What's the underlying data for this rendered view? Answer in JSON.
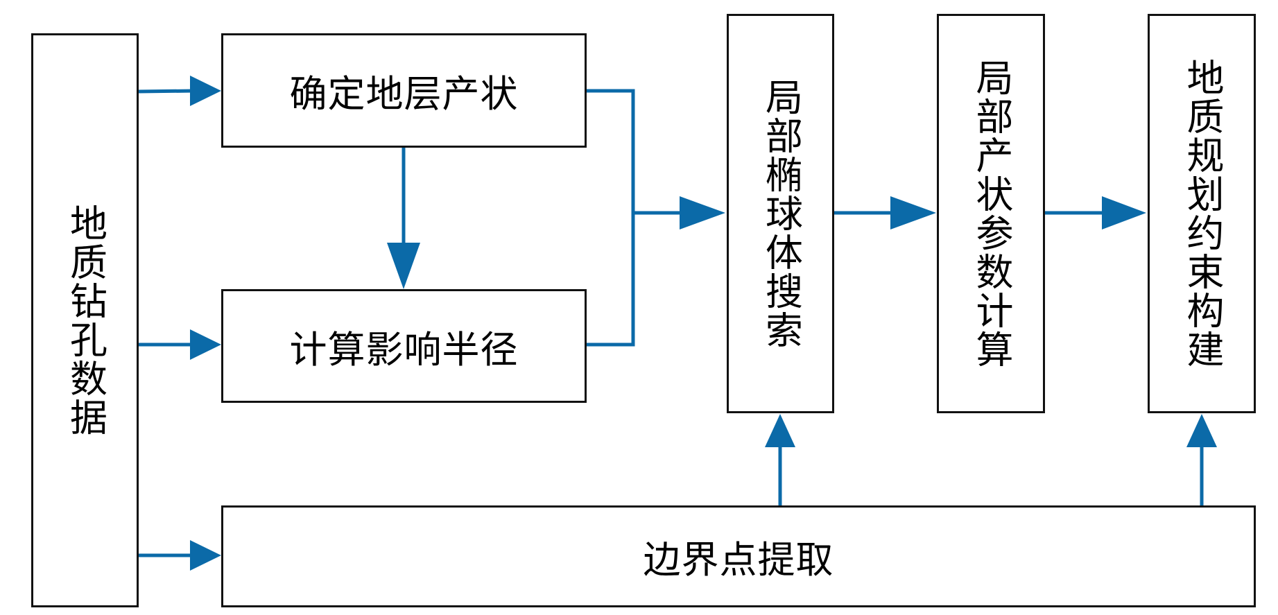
{
  "diagram": {
    "title": "",
    "colors": {
      "arrow": "#0b6aa8",
      "box_border": "#111111",
      "text": "#000000"
    },
    "nodes": {
      "drill_data": "地质钻孔数据",
      "attitude": "确定地层产状",
      "radius": "计算影响半径",
      "ellipsoid_search": "局部椭球体搜索",
      "local_param": "局部产状参数计算",
      "constraint": "地质规划约束构建",
      "boundary": "边界点提取"
    },
    "edges": [
      {
        "from": "drill_data",
        "to": "attitude"
      },
      {
        "from": "drill_data",
        "to": "radius"
      },
      {
        "from": "drill_data",
        "to": "boundary"
      },
      {
        "from": "attitude",
        "to": "radius"
      },
      {
        "from": "attitude",
        "to": "ellipsoid_search"
      },
      {
        "from": "radius",
        "to": "ellipsoid_search"
      },
      {
        "from": "ellipsoid_search",
        "to": "local_param"
      },
      {
        "from": "local_param",
        "to": "constraint"
      },
      {
        "from": "boundary",
        "to": "ellipsoid_search"
      },
      {
        "from": "boundary",
        "to": "constraint"
      }
    ]
  }
}
